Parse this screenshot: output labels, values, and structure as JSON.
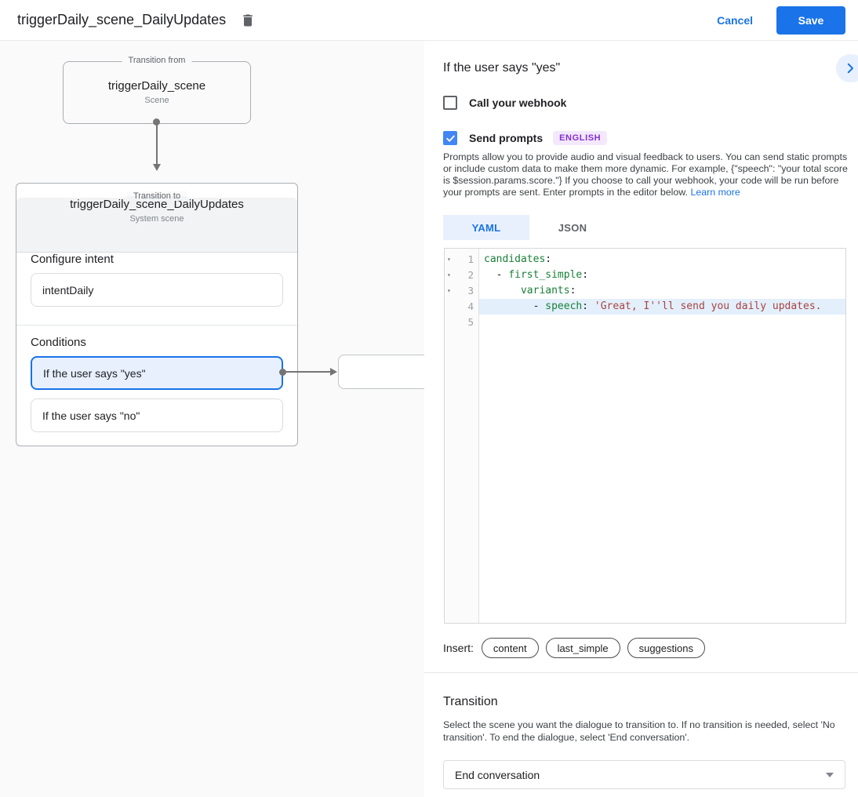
{
  "header": {
    "title": "triggerDaily_scene_DailyUpdates",
    "cancel_label": "Cancel",
    "save_label": "Save",
    "delete_icon": "trash-icon"
  },
  "colors": {
    "accent_blue": "#1a73e8",
    "checkbox_blue": "#4285f4",
    "selected_condition_bg": "#e8f0fe",
    "badge_purple_text": "#8430ce",
    "badge_purple_bg": "#f3e8fd",
    "code_key_green": "#188038",
    "code_string_red": "#a94442",
    "code_highlight_bg": "#e3effb"
  },
  "diagram": {
    "from_box": {
      "label": "Transition from",
      "title": "triggerDaily_scene",
      "subtitle": "Scene"
    },
    "to_box": {
      "label": "Transition to",
      "title": "triggerDaily_scene_DailyUpdates",
      "subtitle": "System scene",
      "configure_intent_heading": "Configure intent",
      "intent_value": "intentDaily",
      "conditions_heading": "Conditions",
      "conditions": [
        {
          "label": "If the user says \"yes\"",
          "selected": true
        },
        {
          "label": "If the user says \"no\"",
          "selected": false
        }
      ]
    }
  },
  "panel": {
    "title": "If the user says \"yes\"",
    "collapse_icon": "chevron-right-icon",
    "webhook_checkbox": {
      "label": "Call your webhook",
      "checked": false
    },
    "prompts_checkbox": {
      "label": "Send prompts",
      "checked": true,
      "badge": "ENGLISH"
    },
    "description": "Prompts allow you to provide audio and visual feedback to users. You can send static prompts or include custom data to make them more dynamic. For example, {\"speech\": \"your total score is $session.params.score.\"} If you choose to call your webhook, your code will be run before your prompts are sent. Enter prompts in the editor below. ",
    "learn_more_label": "Learn more",
    "tabs": [
      {
        "label": "YAML",
        "active": true
      },
      {
        "label": "JSON",
        "active": false
      }
    ],
    "editor": {
      "lines": [
        {
          "num": "1",
          "foldable": true,
          "highlighted": false,
          "code": [
            {
              "text": "candidates",
              "type": "key"
            },
            {
              "text": ":",
              "type": "plain"
            }
          ]
        },
        {
          "num": "2",
          "foldable": true,
          "highlighted": false,
          "code": [
            {
              "text": "  - ",
              "type": "plain"
            },
            {
              "text": "first_simple",
              "type": "key"
            },
            {
              "text": ":",
              "type": "plain"
            }
          ]
        },
        {
          "num": "3",
          "foldable": true,
          "highlighted": false,
          "code": [
            {
              "text": "      ",
              "type": "plain"
            },
            {
              "text": "variants",
              "type": "key"
            },
            {
              "text": ":",
              "type": "plain"
            }
          ]
        },
        {
          "num": "4",
          "foldable": false,
          "highlighted": true,
          "code": [
            {
              "text": "        - ",
              "type": "plain"
            },
            {
              "text": "speech",
              "type": "key"
            },
            {
              "text": ": ",
              "type": "plain"
            },
            {
              "text": "'Great, I''ll send you daily updates.",
              "type": "string"
            }
          ]
        },
        {
          "num": "5",
          "foldable": false,
          "highlighted": false,
          "code": []
        }
      ]
    },
    "insert": {
      "label": "Insert:",
      "chips": [
        "content",
        "last_simple",
        "suggestions"
      ]
    },
    "transition": {
      "heading": "Transition",
      "description": "Select the scene you want the dialogue to transition to. If no transition is needed, select 'No transition'. To end the dialogue, select 'End conversation'.",
      "dropdown_value": "End conversation"
    }
  }
}
